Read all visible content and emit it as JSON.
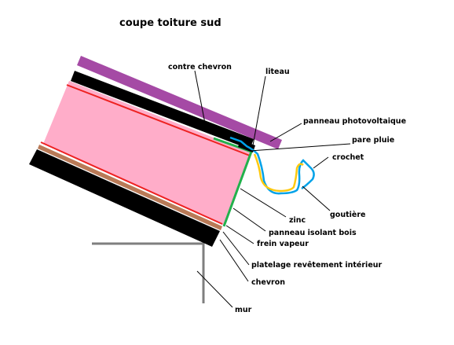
{
  "title": "coupe toiture sud",
  "labels": {
    "contre_chevron": "contre chevron",
    "liteau": "liteau",
    "panneau_photovoltaique": "panneau photovoltaique",
    "pare_pluie": "pare pluie",
    "crochet": "crochet",
    "gouttiere": "goutière",
    "zinc": "zinc",
    "panneau_isolant_bois": "panneau isolant bois",
    "frein_vapeur": "frein vapeur",
    "platelage": "platelage revêtement intérieur",
    "chevron": "chevron",
    "mur": "mur"
  },
  "colors": {
    "photovoltaic_panel": "#a54aa5",
    "rafter_black": "#000000",
    "insulation": "#ffadc9",
    "membrane_red": "#ee2222",
    "brown_layer": "#b97a57",
    "zinc_green": "#22b14c",
    "gutter_blue": "#00a2e8",
    "gutter_yellow": "#ffc90e",
    "wall_gray": "#7f7f7f"
  }
}
